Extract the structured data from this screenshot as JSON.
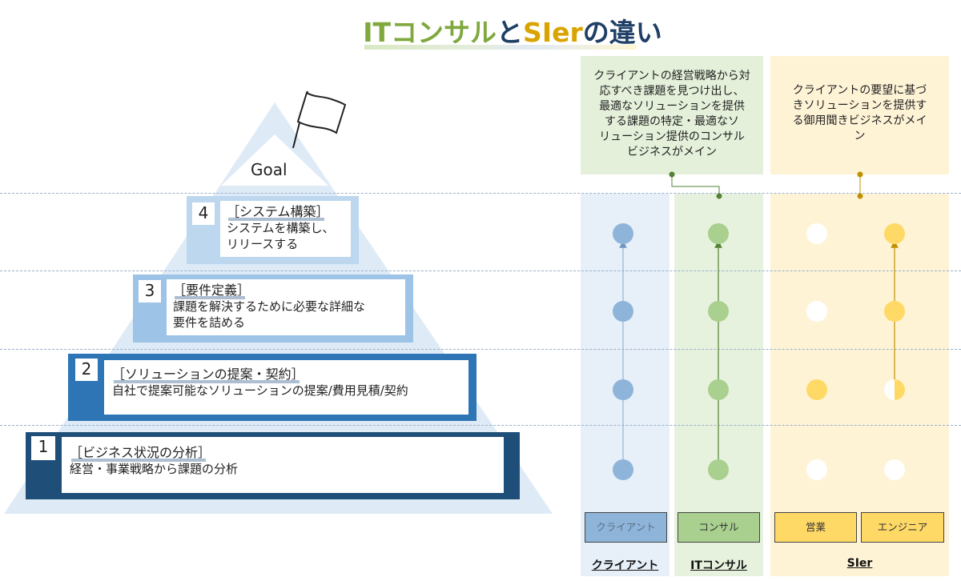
{
  "title": {
    "part1": "ITコンサル",
    "part2": "と",
    "part3": "SIer",
    "part4": "の違い"
  },
  "goal_label": "Goal",
  "levels": [
    {
      "num": "1",
      "heading": "［ビジネス状況の分析］",
      "desc": "経営・事業戦略から課題の分析"
    },
    {
      "num": "2",
      "heading": "［ソリューションの提案・契約］",
      "desc": "自社で提案可能なソリューションの提案/費用見積/契約"
    },
    {
      "num": "3",
      "heading": "［要件定義］",
      "desc": "課題を解決するために必要な詳細な\n要件を詰める"
    },
    {
      "num": "4",
      "heading": "［システム構築］",
      "desc": "システムを構築し、\nリリースする"
    }
  ],
  "descriptions": {
    "consul": "クライアントの経営戦略から対\n応すべき課題を見つけ出し、\n最適なソリューションを提供\nする課題の特定・最適なソ\nリューション提供のコンサル\nビジネスがメイン",
    "sier": "クライアントの要望に基づ\nきソリューションを提供す\nる御用聞きビジネスがメイ\nン"
  },
  "lanes": {
    "client": "クライアント",
    "consul": "コンサル",
    "sales": "営業",
    "engineer": "エンジニア"
  },
  "bottom_labels": {
    "client": "クライアント",
    "consul": "ITコンサル",
    "sier": "SIer"
  },
  "colors": {
    "client_dot": "#8eb4d9",
    "consul_dot": "#a9d08e",
    "sier_dot": "#ffd966",
    "level1": "#1f4e79",
    "level2": "#2e75b6",
    "level3": "#9dc3e6",
    "level4": "#bdd7ee"
  }
}
